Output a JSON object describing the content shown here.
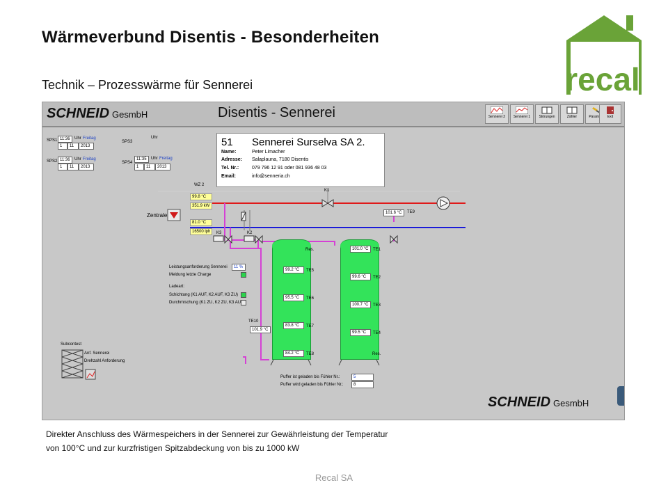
{
  "slide": {
    "title": "Wärmeverbund Disentis - Besonderheiten",
    "subtitle": "Technik – Prozesswärme für Sennerei",
    "logo_text": "recal",
    "description_line1": "Direkter Anschluss des Wärmespeichers in der Sennerei zur Gewährleistung der Temperatur",
    "description_line2": "von 100°C und zur kurzfristigen Spitzabdeckung von bis zu 1000 kW",
    "footer": "Recal SA",
    "colors": {
      "logo_green": "#6aa338",
      "tank_green": "#33e35a",
      "supply_red": "#e01a1a",
      "return_blue": "#1a1ad8",
      "pipe_magenta": "#d540d5"
    }
  },
  "scada": {
    "brand": "SCHNEID",
    "brand_suffix": "GesmbH",
    "screen_title": "Disentis - Sennerei",
    "toolbar": [
      {
        "label": "Sennerei 2",
        "icon": "trend-chart-icon"
      },
      {
        "label": "Sennerei 1",
        "icon": "trend-chart-icon"
      },
      {
        "label": "Störungen",
        "icon": "book-icon"
      },
      {
        "label": "Zähler",
        "icon": "book-icon"
      },
      {
        "label": "Parameter",
        "icon": "wrench-icon"
      },
      {
        "label": "Exit",
        "icon": "exit-door-icon"
      }
    ],
    "sps": [
      {
        "label": "SPS1",
        "time": "11:36",
        "uhr": "Uhr",
        "day_label": "Freitag",
        "d": "1",
        "m": "11",
        "y": "2013"
      },
      {
        "label": "SPS2",
        "time": "11:36",
        "uhr": "Uhr",
        "day_label": "Freitag",
        "d": "1",
        "m": "11",
        "y": "2013"
      },
      {
        "label": "SPS3",
        "time": "",
        "uhr": "Uhr",
        "day_label": "",
        "d": "",
        "m": "",
        "y": ""
      },
      {
        "label": "SPS4",
        "time": "11:35",
        "uhr": "Uhr",
        "day_label": "Freitag",
        "d": "1",
        "m": "11",
        "y": "2013"
      }
    ],
    "info": {
      "number": "51",
      "name": "Sennerei Surselva SA  2.",
      "labels": [
        "Name:",
        "Adresse:",
        "Tel. Nr.:",
        "Email:"
      ],
      "values": [
        "Peter Limacher",
        "Salaplauna, 7180 Disentis",
        "079 796 12 91 oder 081 936 48 03",
        "info@senneria.ch"
      ]
    },
    "wz_label": "WZ 2",
    "wz_values": [
      "99.8 °C",
      "351.9 kW",
      "81.0 °C",
      "16500 lph"
    ],
    "zentrale_label": "Zentrale",
    "valves": {
      "k1": "K1",
      "k2": "K2",
      "k3": "K3"
    },
    "te9": {
      "value": "101.6 °C",
      "label": "TE9"
    },
    "te10": {
      "value": "101.9 °C",
      "label": "TE10"
    },
    "tank_left": {
      "res": "Res.",
      "sensors": [
        {
          "value": "99.2 °C",
          "label": "TE5"
        },
        {
          "value": "95.5 °C",
          "label": "TE6"
        },
        {
          "value": "83.8 °C",
          "label": "TE7"
        },
        {
          "value": "84.2 °C",
          "label": "TE8"
        }
      ]
    },
    "tank_right": {
      "res": "Res.",
      "sensors": [
        {
          "value": "101.0 °C",
          "label": "TE1"
        },
        {
          "value": "99.6 °C",
          "label": "TE2"
        },
        {
          "value": "100.7 °C",
          "label": "TE3"
        },
        {
          "value": "99.5 °C",
          "label": "TE4"
        }
      ]
    },
    "controls": {
      "leistung_label": "Leistungsanforderung Sennerei",
      "leistung_value": "11 %",
      "meldung_label": "Meldung letzte Charge",
      "ladeart_label": "Ladeart:",
      "schichtung_label": "Schichtung (K1 AUF, K2 AUF, K3 ZU)",
      "durchmischung_label": "Durchmischung (K1 ZU, K2 ZU, K3 AUF)"
    },
    "puffer": {
      "geladen_label": "Puffer ist geladen bis Fühler Nr.:",
      "geladen_value": "5",
      "wird_label": "Puffer wird geladen bis Fühler Nr.:",
      "wird_value": "8"
    },
    "subcontest": {
      "title": "Subcontest",
      "item1": "Anf. Sennerei",
      "item2": "Drehzahl Anforderung"
    }
  }
}
